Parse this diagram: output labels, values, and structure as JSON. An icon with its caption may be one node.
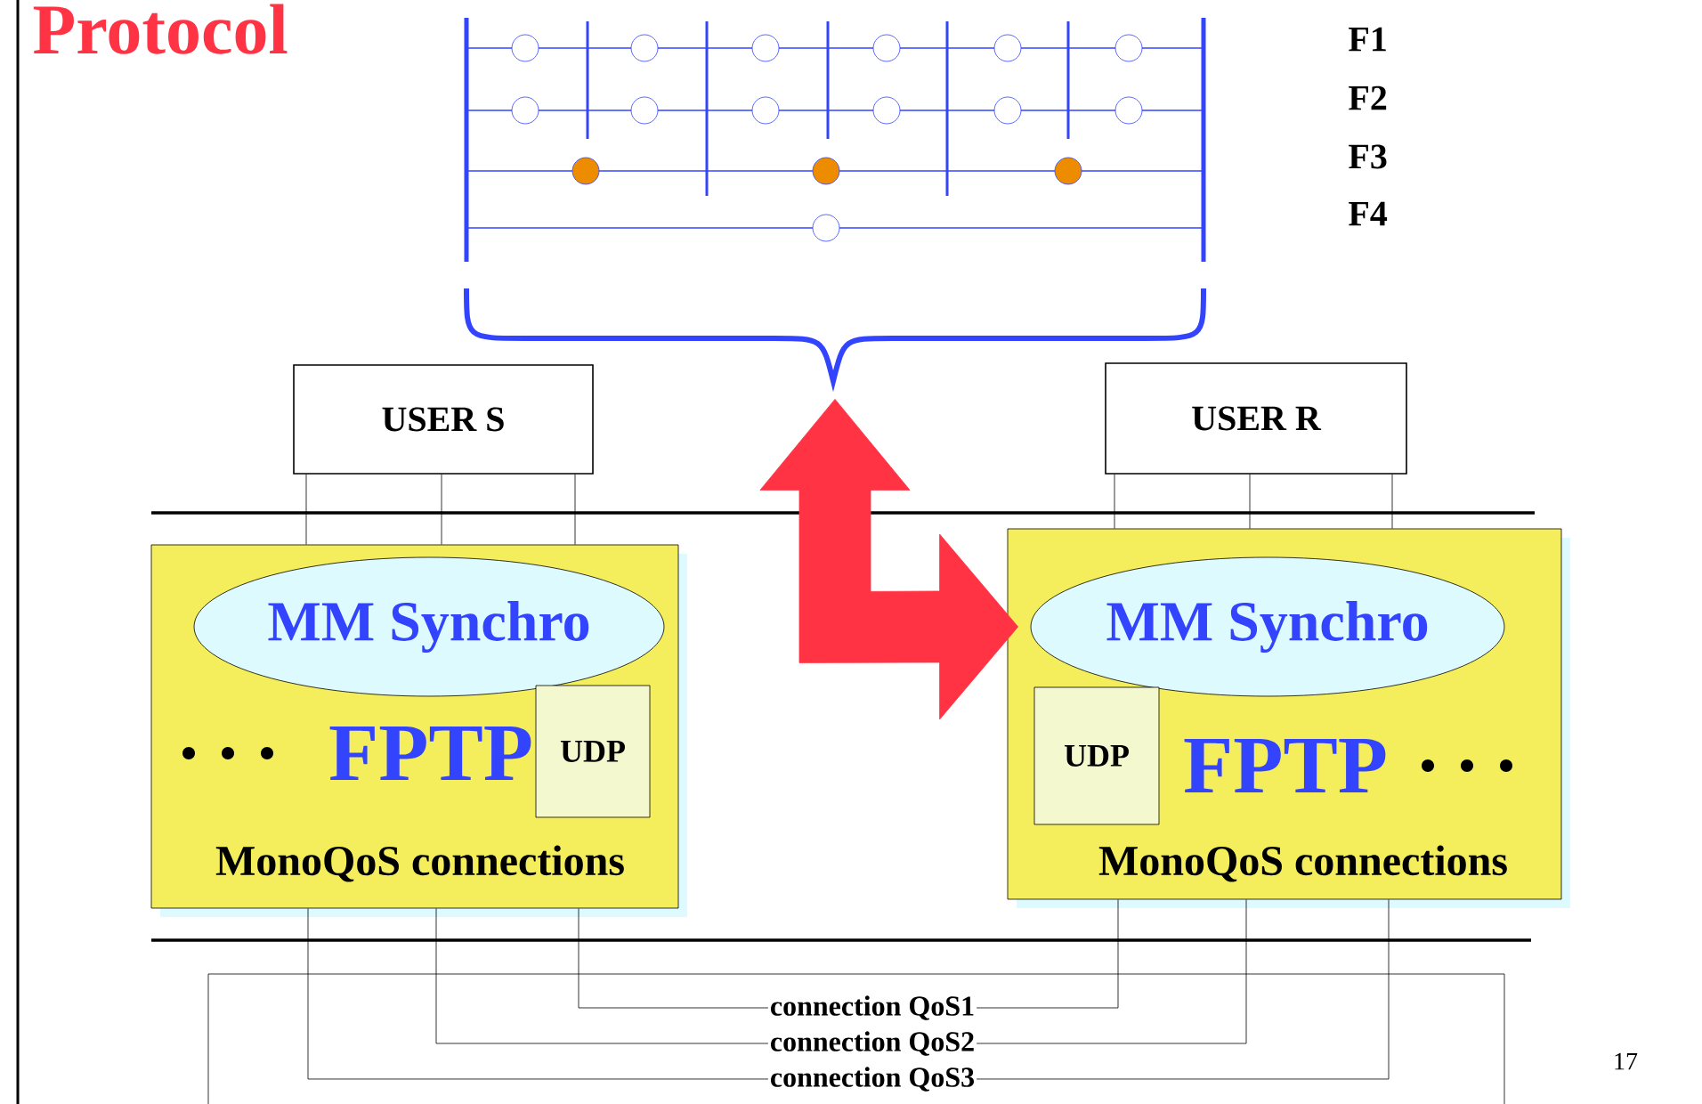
{
  "diagram": {
    "title": "Protocol",
    "nodes": [
      {
        "text": [
          "USER S"
        ]
      },
      {
        "text": [
          "USER R"
        ]
      },
      {
        "text": [
          "FPTP",
          "MonoQoS connections"
        ]
      },
      {
        "text": [
          "MM Synchro"
        ],
        "in": 2
      },
      {
        "text": [
          "UDP"
        ],
        "in": 2
      },
      {
        "text": [
          "FPTP",
          "MonoQoS connections"
        ]
      },
      {
        "text": [
          "MM Synchro"
        ],
        "in": 5
      },
      {
        "text": [
          "UDP"
        ],
        "in": 5
      },
      {
        "text": [],
        "shape": "picture"
      }
    ],
    "edges": [
      {
        "from": 0,
        "to": 2,
        "arrow": "none"
      },
      {
        "from": 0,
        "to": 2,
        "arrow": "none"
      },
      {
        "from": 0,
        "to": 2,
        "arrow": "none"
      },
      {
        "from": 1,
        "to": 5,
        "arrow": "none"
      },
      {
        "from": 1,
        "to": 5,
        "arrow": "none"
      },
      {
        "from": 1,
        "to": 5,
        "arrow": "none"
      },
      {
        "from": 8,
        "to": 5,
        "arrow": "both",
        "style": "thick",
        "color": "#ff3344"
      },
      {
        "from": 2,
        "to": 5,
        "arrow": "none",
        "label": "connection QoS1"
      },
      {
        "from": 2,
        "to": 5,
        "arrow": "none",
        "label": "connection QoS2"
      },
      {
        "from": 2,
        "to": 5,
        "arrow": "none",
        "label": "connection QoS3"
      }
    ],
    "labels": [
      "F1",
      "F2",
      "F3",
      "F4",
      "17"
    ]
  }
}
